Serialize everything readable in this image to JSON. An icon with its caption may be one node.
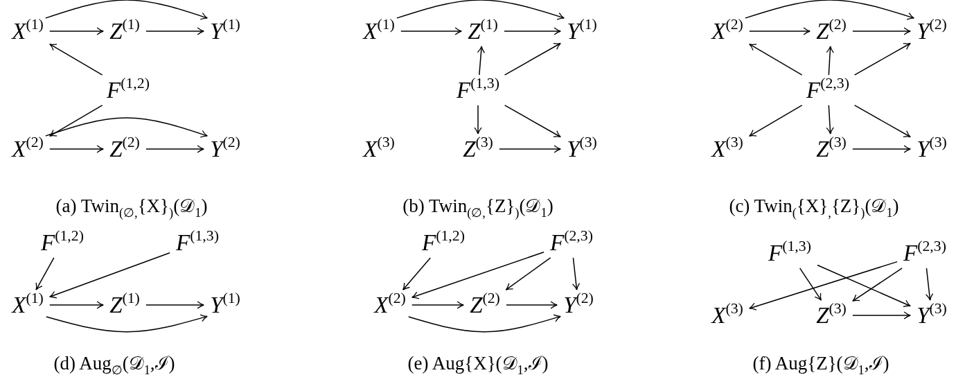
{
  "diagram": {
    "nodes": [
      {
        "text": [
          "*X*$^{(1)}$"
        ]
      },
      {
        "text": [
          "*Z*$^{(1)}$"
        ]
      },
      {
        "text": [
          "*Y*$^{(1)}$"
        ]
      },
      {
        "text": [
          "*F*$^{(1,2)}$"
        ]
      },
      {
        "text": [
          "*X*$^{(2)}$"
        ]
      },
      {
        "text": [
          "*Z*$^{(2)}$"
        ]
      },
      {
        "text": [
          "*Y*$^{(2)}$"
        ]
      },
      {
        "text": [
          "*X*$^{(1)}$"
        ]
      },
      {
        "text": [
          "*Z*$^{(1)}$"
        ]
      },
      {
        "text": [
          "*Y*$^{(1)}$"
        ]
      },
      {
        "text": [
          "*F*$^{(1,3)}$"
        ]
      },
      {
        "text": [
          "*X*$^{(3)}$"
        ]
      },
      {
        "text": [
          "*Z*$^{(3)}$"
        ]
      },
      {
        "text": [
          "*Y*$^{(3)}$"
        ]
      },
      {
        "text": [
          "*X*$^{(2)}$"
        ]
      },
      {
        "text": [
          "*Z*$^{(2)}$"
        ]
      },
      {
        "text": [
          "*Y*$^{(2)}$"
        ]
      },
      {
        "text": [
          "*F*$^{(2,3)}$"
        ]
      },
      {
        "text": [
          "*X*$^{(3)}$"
        ]
      },
      {
        "text": [
          "*Z*$^{(3)}$"
        ]
      },
      {
        "text": [
          "*Y*$^{(3)}$"
        ]
      },
      {
        "text": [
          "*F*$^{(1,2)}$"
        ]
      },
      {
        "text": [
          "*F*$^{(1,3)}$"
        ]
      },
      {
        "text": [
          "*X*$^{(1)}$"
        ]
      },
      {
        "text": [
          "*Z*$^{(1)}$"
        ]
      },
      {
        "text": [
          "*Y*$^{(1)}$"
        ]
      },
      {
        "text": [
          "*F*$^{(1,2)}$"
        ]
      },
      {
        "text": [
          "*F*$^{(2,3)}$"
        ]
      },
      {
        "text": [
          "*X*$^{(2)}$"
        ]
      },
      {
        "text": [
          "*Z*$^{(2)}$"
        ]
      },
      {
        "text": [
          "*Y*$^{(2)}$"
        ]
      },
      {
        "text": [
          "*F*$^{(1,3)}$"
        ]
      },
      {
        "text": [
          "*F*$^{(2,3)}$"
        ]
      },
      {
        "text": [
          "*X*$^{(3)}$"
        ]
      },
      {
        "text": [
          "*Z*$^{(3)}$"
        ]
      },
      {
        "text": [
          "*Y*$^{(3)}$"
        ]
      }
    ],
    "edges": [
      {
        "from": 0,
        "to": 1,
        "arrow": "to"
      },
      {
        "from": 1,
        "to": 2,
        "arrow": "to"
      },
      {
        "from": 0,
        "to": 2,
        "arrow": "to"
      },
      {
        "from": 3,
        "to": 0,
        "arrow": "to"
      },
      {
        "from": 3,
        "to": 4,
        "arrow": "to"
      },
      {
        "from": 4,
        "to": 5,
        "arrow": "to"
      },
      {
        "from": 5,
        "to": 6,
        "arrow": "to"
      },
      {
        "from": 4,
        "to": 6,
        "arrow": "to"
      },
      {
        "from": 7,
        "to": 8,
        "arrow": "to"
      },
      {
        "from": 8,
        "to": 9,
        "arrow": "to"
      },
      {
        "from": 7,
        "to": 9,
        "arrow": "to"
      },
      {
        "from": 10,
        "to": 8,
        "arrow": "to"
      },
      {
        "from": 10,
        "to": 9,
        "arrow": "to"
      },
      {
        "from": 10,
        "to": 12,
        "arrow": "to"
      },
      {
        "from": 10,
        "to": 13,
        "arrow": "to"
      },
      {
        "from": 12,
        "to": 13,
        "arrow": "to"
      },
      {
        "from": 14,
        "to": 15,
        "arrow": "to"
      },
      {
        "from": 15,
        "to": 16,
        "arrow": "to"
      },
      {
        "from": 14,
        "to": 16,
        "arrow": "to"
      },
      {
        "from": 17,
        "to": 14,
        "arrow": "to"
      },
      {
        "from": 17,
        "to": 15,
        "arrow": "to"
      },
      {
        "from": 17,
        "to": 16,
        "arrow": "to"
      },
      {
        "from": 17,
        "to": 18,
        "arrow": "to"
      },
      {
        "from": 17,
        "to": 19,
        "arrow": "to"
      },
      {
        "from": 17,
        "to": 20,
        "arrow": "to"
      },
      {
        "from": 19,
        "to": 20,
        "arrow": "to"
      },
      {
        "from": 21,
        "to": 23,
        "arrow": "to"
      },
      {
        "from": 22,
        "to": 23,
        "arrow": "to"
      },
      {
        "from": 23,
        "to": 24,
        "arrow": "to"
      },
      {
        "from": 24,
        "to": 25,
        "arrow": "to"
      },
      {
        "from": 23,
        "to": 25,
        "arrow": "to"
      },
      {
        "from": 26,
        "to": 28,
        "arrow": "to"
      },
      {
        "from": 27,
        "to": 28,
        "arrow": "to"
      },
      {
        "from": 27,
        "to": 29,
        "arrow": "to"
      },
      {
        "from": 27,
        "to": 30,
        "arrow": "to"
      },
      {
        "from": 28,
        "to": 29,
        "arrow": "to"
      },
      {
        "from": 29,
        "to": 30,
        "arrow": "to"
      },
      {
        "from": 28,
        "to": 30,
        "arrow": "to"
      },
      {
        "from": 31,
        "to": 34,
        "arrow": "to"
      },
      {
        "from": 31,
        "to": 35,
        "arrow": "to"
      },
      {
        "from": 32,
        "to": 33,
        "arrow": "to"
      },
      {
        "from": 32,
        "to": 34,
        "arrow": "to"
      },
      {
        "from": 32,
        "to": 35,
        "arrow": "to"
      },
      {
        "from": 34,
        "to": 35,
        "arrow": "to"
      }
    ],
    "labels": [
      "(a) Twin$_{(∅,}${X}$_{)}$(𝒟$_{1}$)",
      "(b) Twin$_{(∅,}${Z}$_{)}$(𝒟$_{1}$)",
      "(c) Twin$_{(}${X}$_{,}${Z}$_{)}$(𝒟$_{1}$)",
      "(d) Aug$_{∅}$(𝒟$_{1}$,ℐ)",
      "(e) Aug{X}(𝒟$_{1}$,ℐ)",
      "(f) Aug{Z}(𝒟$_{1}$,ℐ)"
    ]
  }
}
